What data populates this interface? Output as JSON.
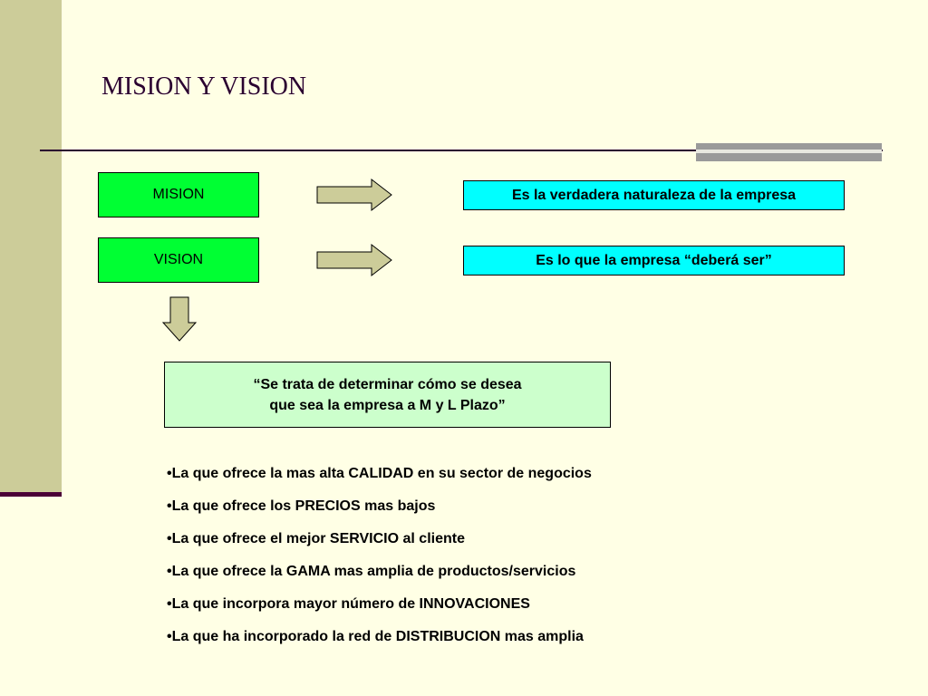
{
  "title": "MISION Y VISION",
  "rows": [
    {
      "label": "MISION",
      "description": "Es la verdadera naturaleza de la empresa"
    },
    {
      "label": "VISION",
      "description": "Es lo que la empresa “deberá ser”"
    }
  ],
  "quote": {
    "line1": "“Se trata de determinar cómo se desea",
    "line2": "que sea la empresa a M y L Plazo”"
  },
  "bullets": [
    "La que ofrece la mas alta CALIDAD en su sector de negocios",
    "La que ofrece los PRECIOS mas bajos",
    "La que ofrece el mejor SERVICIO al cliente",
    "La que ofrece la GAMA mas amplia de productos/servicios",
    "La que incorpora mayor número de INNOVACIONES",
    "La que ha incorporado la red de DISTRIBUCION mas amplia"
  ],
  "colors": {
    "background": "#FFFFE5",
    "sidebar": "#CCCC99",
    "accent_line": "#4B0036",
    "label_box": "#00FF33",
    "description_box": "#00FFFF",
    "quote_box": "#CCFFCC",
    "arrow_fill": "#CCCC99"
  }
}
